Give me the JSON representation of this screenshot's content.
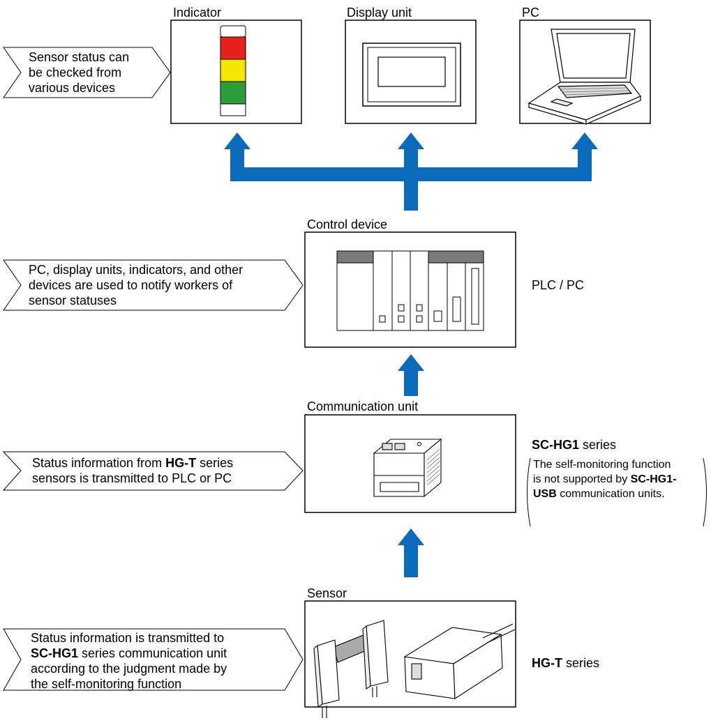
{
  "top": {
    "indicator_label": "Indicator",
    "display_label": "Display unit",
    "pc_label": "PC",
    "callout": [
      "Sensor status can",
      "be checked from",
      "various devices"
    ]
  },
  "control": {
    "label": "Control device",
    "side_label": "PLC / PC",
    "callout": [
      "PC, display units, indicators, and other",
      "devices are used to notify workers of",
      "sensor statuses"
    ]
  },
  "comm": {
    "label": "Communication unit",
    "callout_line1_pre": "Status information from ",
    "callout_line1_bold": "HG-T",
    "callout_line1_post": " series",
    "callout_line2": "sensors is transmitted to PLC or PC",
    "side_title_bold": "SC-HG1",
    "side_title_rest": " series",
    "note_line1": "The self-monitoring function",
    "note_line2_pre": "is not supported by ",
    "note_line2_bold": "SC-HG1-",
    "note_line3_bold": "USB",
    "note_line3_rest": " communication units."
  },
  "sensor": {
    "label": "Sensor",
    "callout_line1": "Status information is transmitted to",
    "callout_line2_bold": "SC-HG1",
    "callout_line2_rest": " series communication unit",
    "callout_line3": "according to the judgment made by",
    "callout_line4": "the self-monitoring function",
    "side_title_bold": "HG-T",
    "side_title_rest": " series"
  },
  "colors": {
    "arrow": "#0a6bbd",
    "tower_red": "#e8201e",
    "tower_yellow": "#f5e600",
    "tower_green": "#2e9e3c",
    "plc_dark": "#7a7a7a",
    "gray_light": "#f2f2f2"
  }
}
